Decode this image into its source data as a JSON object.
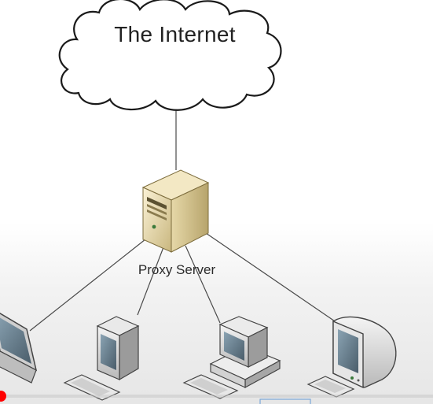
{
  "diagram": {
    "cloud_label": "The Internet",
    "server_label": "Proxy Server"
  },
  "player": {
    "progress_fraction": 0.01
  },
  "icons": {
    "cloud": "cloud-icon",
    "server": "server-tower-icon",
    "laptop": "laptop-icon",
    "desktop": "desktop-computer-icon",
    "workstation": "workstation-icon",
    "monitor": "monitor-icon",
    "keyboard": "keyboard-icon"
  }
}
